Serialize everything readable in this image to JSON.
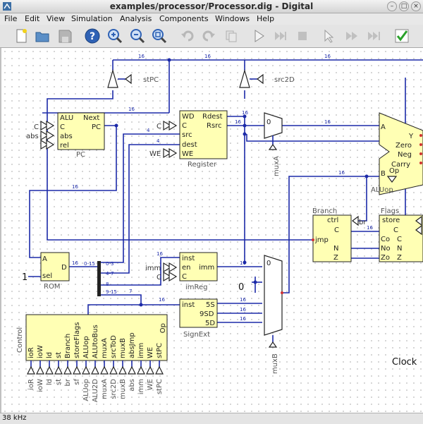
{
  "window": {
    "title": "examples/processor/Processor.dig - Digital"
  },
  "menu": [
    "File",
    "Edit",
    "View",
    "Simulation",
    "Analysis",
    "Components",
    "Windows",
    "Help"
  ],
  "toolbar": {
    "icons": [
      "new-file-icon",
      "open-file-icon",
      "save-file-icon",
      "help-icon",
      "zoom-in-icon",
      "zoom-out-icon",
      "zoom-fit-icon",
      "undo-icon",
      "redo-icon",
      "run-simulation-icon",
      "fast-forward-icon",
      "stop-icon",
      "single-step-icon",
      "step-icon",
      "run-to-break-icon",
      "analyze-check-icon"
    ]
  },
  "circuit": {
    "wire_labels": [
      "16",
      "16",
      "16",
      "16",
      "16",
      "16",
      "16",
      "4",
      "4",
      "16",
      "16",
      "16",
      "16",
      "16",
      "16",
      "16",
      "7",
      "16",
      "16",
      "16",
      "16"
    ],
    "components": {
      "pc": {
        "name": "PC",
        "pins_in": [
          "ALU",
          "C",
          "abs",
          "rel"
        ],
        "pins_out": [
          "Next",
          "PC"
        ],
        "ext_labels": [
          "C",
          "abs"
        ]
      },
      "register": {
        "name": "Register",
        "pins_in": [
          "WD",
          "C",
          "src",
          "dest",
          "WE"
        ],
        "pins_out": [
          "Rdest",
          "Rsrc"
        ],
        "ext_labels": [
          "C",
          "WE"
        ]
      },
      "rom": {
        "name": "ROM",
        "pins_in": [
          "A",
          "sel"
        ],
        "pins_out": [
          "D"
        ],
        "const": "1"
      },
      "splitter": {
        "out_labels": [
          "0-3",
          "4-7",
          "8",
          "9-15"
        ],
        "in_label": "0-15"
      },
      "imreg": {
        "name": "imReg",
        "pins_in": [
          "inst",
          "en",
          "C"
        ],
        "pins_out": [
          "imm"
        ],
        "ext_labels": [
          "imm",
          "C"
        ]
      },
      "signext": {
        "name": "SignExt",
        "pins_in": [
          "inst"
        ],
        "pins_out": [
          "5S",
          "9SD",
          "5D"
        ]
      },
      "control": {
        "name": "Control",
        "in_label": "Op",
        "outputs": [
          "ioR",
          "ioW",
          "ld",
          "st",
          "br",
          "sf",
          "ALUop",
          "ALU2D",
          "muxA",
          "src2D",
          "muxB",
          "abs",
          "imm",
          "WE",
          "stPC"
        ],
        "top_labels": [
          "ioR",
          "ioW",
          "ld",
          "st",
          "Branch",
          "storeFlags",
          "ALUop",
          "ALUtoBus",
          "muxA",
          "srcToD",
          "muxB",
          "absJmp",
          "imm",
          "WE",
          "stPC"
        ]
      },
      "tristates": [
        {
          "label": "stPC"
        },
        {
          "label": "src2D"
        }
      ],
      "muxA": {
        "name": "muxA",
        "zero": "0"
      },
      "muxB": {
        "name": "muxB",
        "zero": "0",
        "const": "0"
      },
      "alu": {
        "name": "ALUop",
        "pins_in": [
          "A",
          "B",
          "Op"
        ],
        "pins_out": [
          "Y",
          "Zero",
          "Neg",
          "Carry"
        ]
      },
      "branch": {
        "name": "Branch",
        "pins_in": [
          "ctrl",
          "C",
          "N",
          "Z"
        ],
        "pins_out": [
          "jmp"
        ],
        "ext_label": "br"
      },
      "flags": {
        "name": "Flags",
        "pins_in": [
          "store",
          "C",
          "Co",
          "No",
          "Zo"
        ],
        "pins_out": [
          "C",
          "N",
          "Z"
        ]
      },
      "clock": {
        "label": "Clock"
      }
    }
  },
  "status": {
    "text": "38 kHz"
  }
}
